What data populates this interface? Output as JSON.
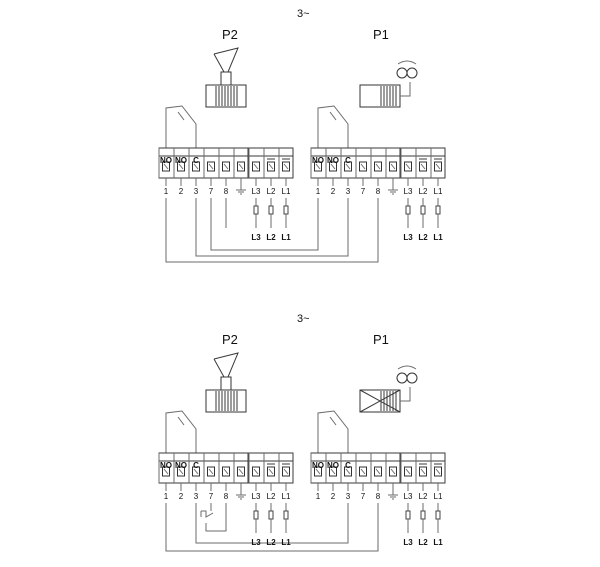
{
  "colors": {
    "line": "#6b6b6b",
    "dark": "#3a3a3a",
    "text": "#111111",
    "background": "#ffffff"
  },
  "panels": [
    {
      "phase": "3~",
      "p2_label": "P2",
      "p1_label": "P1",
      "p1_blocked": false,
      "float_switch": false,
      "left_block": {
        "top": [
          "NO",
          "NO",
          "C",
          "",
          "",
          "",
          "",
          "",
          ""
        ],
        "bottom": [
          "1",
          "2",
          "3",
          "7",
          "8",
          "",
          "L3",
          "L2",
          "L1"
        ],
        "supply": [
          "L3",
          "L2",
          "L1"
        ]
      },
      "right_block": {
        "top": [
          "NO",
          "NO",
          "C",
          "",
          "",
          "",
          "",
          "",
          ""
        ],
        "bottom": [
          "1",
          "2",
          "3",
          "7",
          "8",
          "",
          "L3",
          "L2",
          "L1"
        ],
        "supply": [
          "L3",
          "L2",
          "L1"
        ]
      }
    },
    {
      "phase": "3~",
      "p2_label": "P2",
      "p1_label": "P1",
      "p1_blocked": true,
      "float_switch": true,
      "left_block": {
        "top": [
          "NO",
          "NO",
          "C",
          "",
          "",
          "",
          "",
          "",
          ""
        ],
        "bottom": [
          "1",
          "2",
          "3",
          "7",
          "8",
          "",
          "L3",
          "L2",
          "L1"
        ],
        "supply": [
          "L3",
          "L2",
          "L1"
        ]
      },
      "right_block": {
        "top": [
          "NO",
          "NO",
          "C",
          "",
          "",
          "",
          "",
          "",
          ""
        ],
        "bottom": [
          "1",
          "2",
          "3",
          "7",
          "8",
          "",
          "L3",
          "L2",
          "L1"
        ],
        "supply": [
          "L3",
          "L2",
          "L1"
        ]
      }
    }
  ]
}
